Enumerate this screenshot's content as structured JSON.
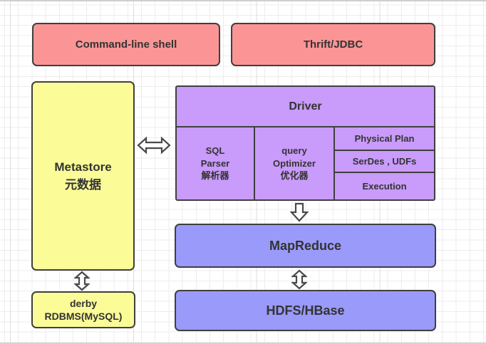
{
  "diagram": {
    "title_hint": "Hive architecture diagram",
    "colors": {
      "pink_box": "#FB9595",
      "yellow_box": "#FBFB98",
      "purple_box": "#C99BFA",
      "periwinkle_box": "#9A9AFA",
      "box_border": "#3F3F3F",
      "text": "#333333",
      "grid_line": "#EDEDED",
      "arrow_fill": "#FFFFFF",
      "arrow_stroke": "#4A4A4A"
    },
    "boxes": {
      "command_line_shell": {
        "label": "Command-line shell"
      },
      "thrift_jdbc": {
        "label": "Thrift/JDBC"
      },
      "metastore": {
        "line1": "Metastore",
        "line2": "元数据"
      },
      "driver": {
        "title": "Driver",
        "sql_parser": {
          "line1": "SQL",
          "line2": "Parser",
          "line3": "解析器"
        },
        "query_optimizer": {
          "line1": "query",
          "line2": "Optimizer",
          "line3": "优化器"
        },
        "physical_plan": {
          "label": "Physical Plan"
        },
        "serdes_udfs": {
          "label": "SerDes , UDFs"
        },
        "execution": {
          "label": "Execution"
        }
      },
      "mapreduce": {
        "label": "MapReduce"
      },
      "hdfs_hbase": {
        "label": "HDFS/HBase"
      },
      "derby": {
        "line1": "derby",
        "line2": "RDBMS(MySQL)"
      }
    },
    "connections": {
      "metastore_driver": "double-arrow-horizontal",
      "driver_mapreduce": "arrow-down",
      "mapreduce_hdfs": "double-arrow-vertical",
      "metastore_derby": "double-arrow-vertical"
    }
  }
}
